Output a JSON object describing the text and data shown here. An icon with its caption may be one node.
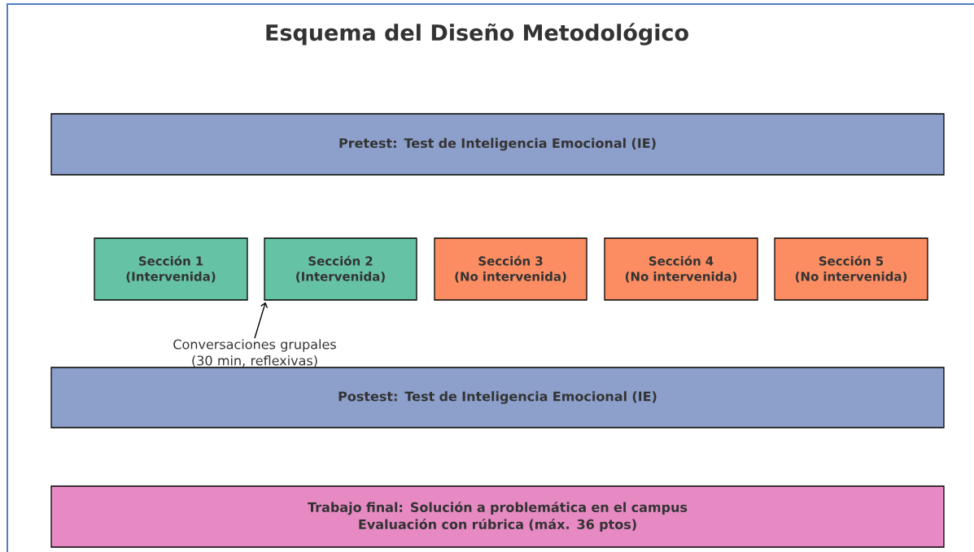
{
  "diagram": {
    "title": "Esquema del Diseño Metodológico",
    "nodes": [
      {
        "text": [
          "Pretest: Test de Inteligencia Emocional (IE)"
        ]
      },
      {
        "text": [
          "Sección 1",
          "(Intervenida)"
        ]
      },
      {
        "text": [
          "Sección 2",
          "(Intervenida)"
        ]
      },
      {
        "text": [
          "Sección 3",
          "(No intervenida)"
        ]
      },
      {
        "text": [
          "Sección 4",
          "(No intervenida)"
        ]
      },
      {
        "text": [
          "Sección 5",
          "(No intervenida)"
        ]
      },
      {
        "text": [
          "Conversaciones grupales (30 min, reflexivas)"
        ]
      },
      {
        "text": [
          "Postest: Test de Inteligencia Emocional (IE)"
        ]
      },
      {
        "text": [
          "Trabajo final: Solución a problemática en el campus",
          "Evaluación con rúbrica (máx. 36 ptos)"
        ]
      }
    ],
    "edges": [
      {
        "from": 6,
        "to": 2,
        "arrow": "to"
      }
    ]
  }
}
